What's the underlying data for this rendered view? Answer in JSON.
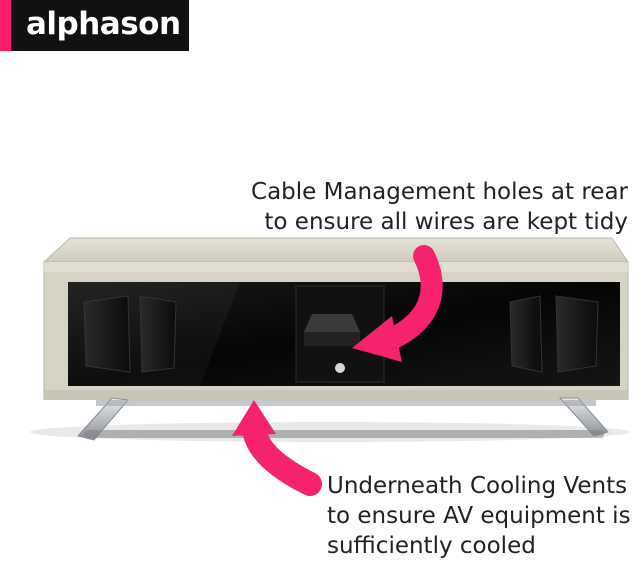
{
  "brand": {
    "name": "alphason",
    "accent_color": "#ff1a6e",
    "logo_background": "#111111"
  },
  "callouts": {
    "cable_management": {
      "line1": "Cable Management holes at rear",
      "line2": "to ensure all wires are kept tidy"
    },
    "cooling_vents": {
      "line1": "Underneath Cooling Vents",
      "line2": "to ensure AV equipment is",
      "line3": "sufficiently cooled"
    }
  },
  "product": {
    "frame_color": "#d6d2c4",
    "front_panel_color": "#0a0a0a",
    "leg_color": "#b9bcc0"
  },
  "arrow_color": "#f5226e"
}
